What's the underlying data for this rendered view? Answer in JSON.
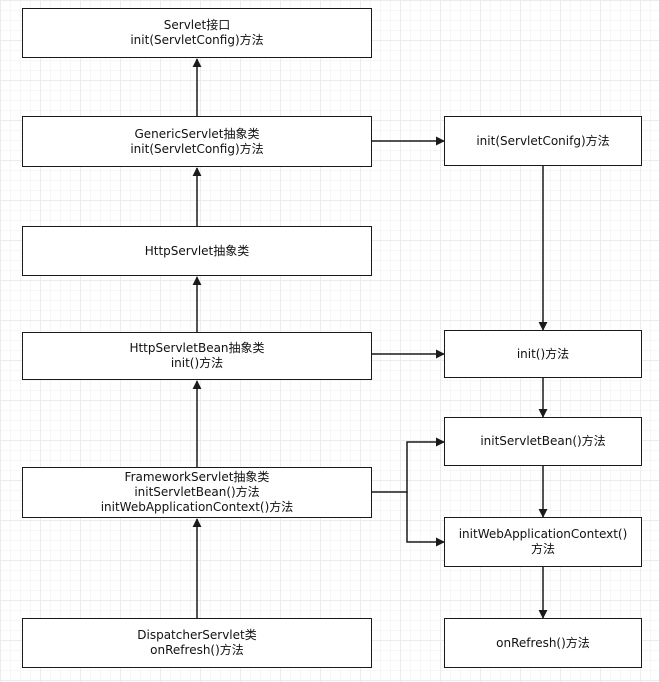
{
  "nodes": {
    "servlet": {
      "line1": "Servlet接口",
      "line2": "init(ServletConfig)方法"
    },
    "generic": {
      "line1": "GenericServlet抽象类",
      "line2": "init(ServletConfig)方法"
    },
    "http": {
      "line1": "HttpServlet抽象类"
    },
    "bean": {
      "line1": "HttpServletBean抽象类",
      "line2": "init()方法"
    },
    "framework": {
      "line1": "FrameworkServlet抽象类",
      "line2": "initServletBean()方法",
      "line3": "initWebApplicationContext()方法"
    },
    "dispatcher": {
      "line1": "DispatcherServlet类",
      "line2": "onRefresh()方法"
    },
    "r_init_config": {
      "line1": "init(ServletConifg)方法"
    },
    "r_init": {
      "line1": "init()方法"
    },
    "r_init_bean": {
      "line1": "initServletBean()方法"
    },
    "r_init_wac": {
      "line1": "initWebApplicationContext()",
      "line2": "方法"
    },
    "r_onrefresh": {
      "line1": "onRefresh()方法"
    }
  }
}
